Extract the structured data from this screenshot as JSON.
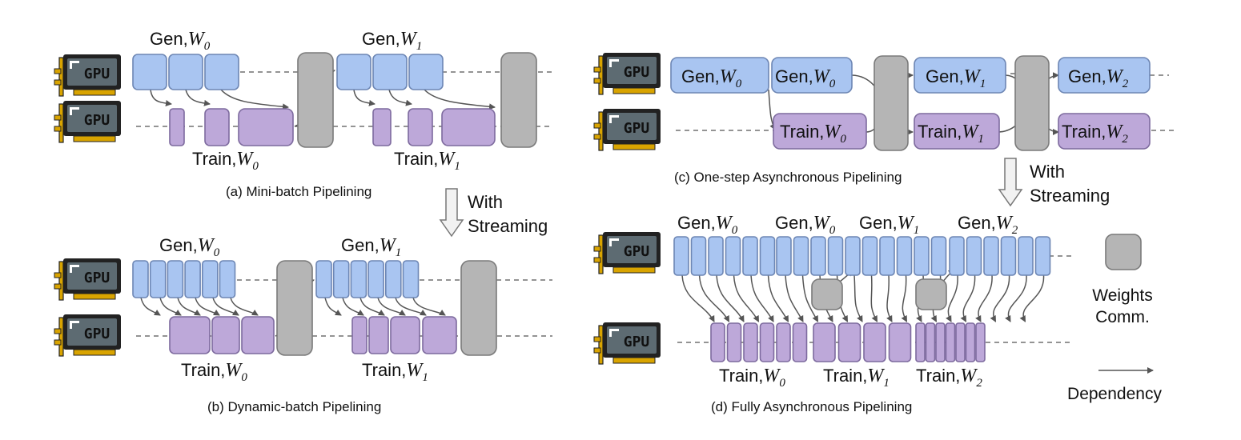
{
  "labels": {
    "gpu": "GPU",
    "gen_prefix": "Gen,",
    "train_prefix": "Train,",
    "weight_symbol": "W",
    "sub0": "0",
    "sub1": "1",
    "sub2": "2"
  },
  "captions": {
    "a": "(a) Mini-batch Pipelining",
    "b": "(b) Dynamic-batch Pipelining",
    "c": "(c) One-step Asynchronous Pipelining",
    "d": "(d) Fully Asynchronous Pipelining"
  },
  "streaming_arrows": [
    {
      "line1": "With",
      "line2": "Streaming"
    },
    {
      "line1": "With",
      "line2": "Streaming"
    }
  ],
  "legend": {
    "weights_comm_line1": "Weights",
    "weights_comm_line2": "Comm.",
    "dependency": "Dependency"
  },
  "colors": {
    "generation": "#a9c5f1",
    "training": "#bda8d9",
    "weights_comm": "#b5b5b5",
    "gpu_body": "#5d6b72"
  }
}
